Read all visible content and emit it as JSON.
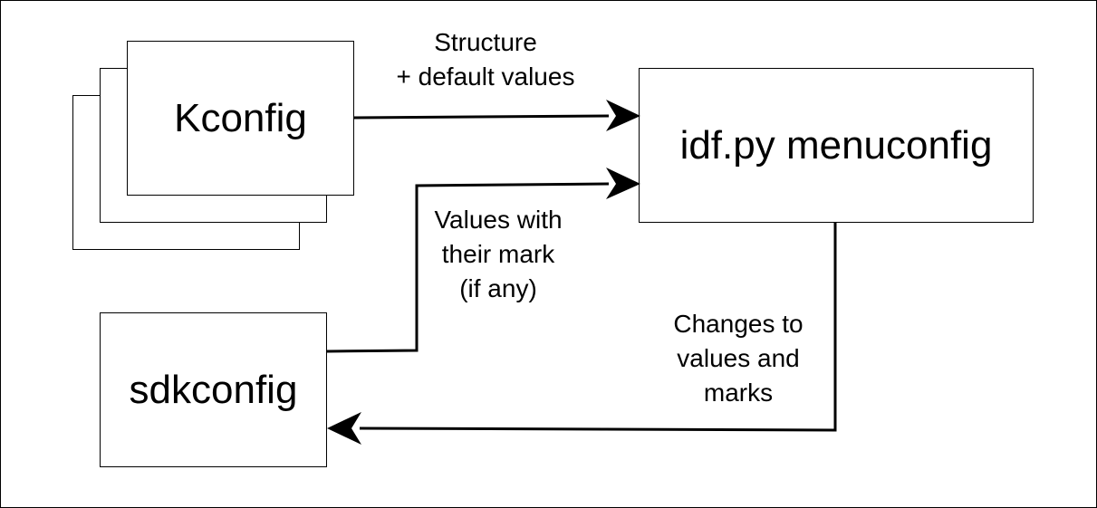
{
  "nodes": {
    "kconfig": "Kconfig",
    "menuconfig": "idf.py menuconfig",
    "sdkconfig": "sdkconfig"
  },
  "edges": {
    "structure": {
      "line1": "Structure",
      "line2": "+ default values"
    },
    "values": {
      "line1": "Values with",
      "line2": "their mark",
      "line3": "(if any)"
    },
    "changes": {
      "line1": "Changes to",
      "line2": "values and",
      "line3": "marks"
    }
  },
  "colors": {
    "stroke": "#000000",
    "background": "#ffffff"
  }
}
